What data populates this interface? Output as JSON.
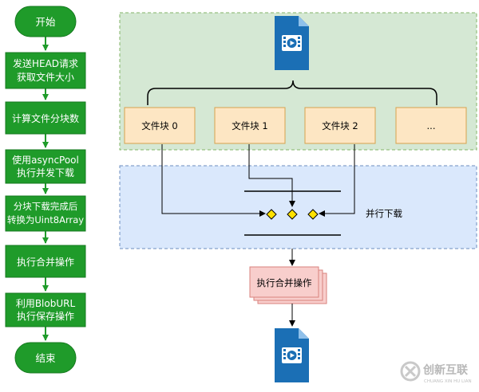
{
  "flowchart": {
    "start": "开始",
    "steps": [
      {
        "lines": [
          "发送HEAD请求",
          "获取文件大小"
        ]
      },
      {
        "lines": [
          "计算文件分块数"
        ]
      },
      {
        "lines": [
          "使用asyncPool",
          "执行并发下载"
        ]
      },
      {
        "lines": [
          "分块下载完成后",
          "转换为Uint8Array"
        ]
      },
      {
        "lines": [
          "执行合并操作"
        ]
      },
      {
        "lines": [
          "利用BlobURL",
          "执行保存操作"
        ]
      }
    ],
    "end": "结束"
  },
  "diagram": {
    "chunks": [
      "文件块 0",
      "文件块 1",
      "文件块 2",
      "..."
    ],
    "parallel_label": "并行下载",
    "merge_label": "执行合并操作"
  },
  "watermark": {
    "text": "创新互联",
    "subtext": "CHUANG XIN HU LIAN"
  },
  "colors": {
    "flow_green": "#1f9b2a",
    "flow_border": "#167a1f",
    "top_region_fill": "#d5e8d4",
    "top_region_border": "#82b366",
    "chunk_fill": "#fde6c3",
    "chunk_border": "#d6a24e",
    "bottom_region_fill": "#dae8fc",
    "bottom_region_border": "#6c8ebf",
    "diamond_fill": "#ffe100",
    "merge_fill": "#f8cecc",
    "merge_border": "#d9827d",
    "file_icon_blue": "#1b6fb5"
  }
}
